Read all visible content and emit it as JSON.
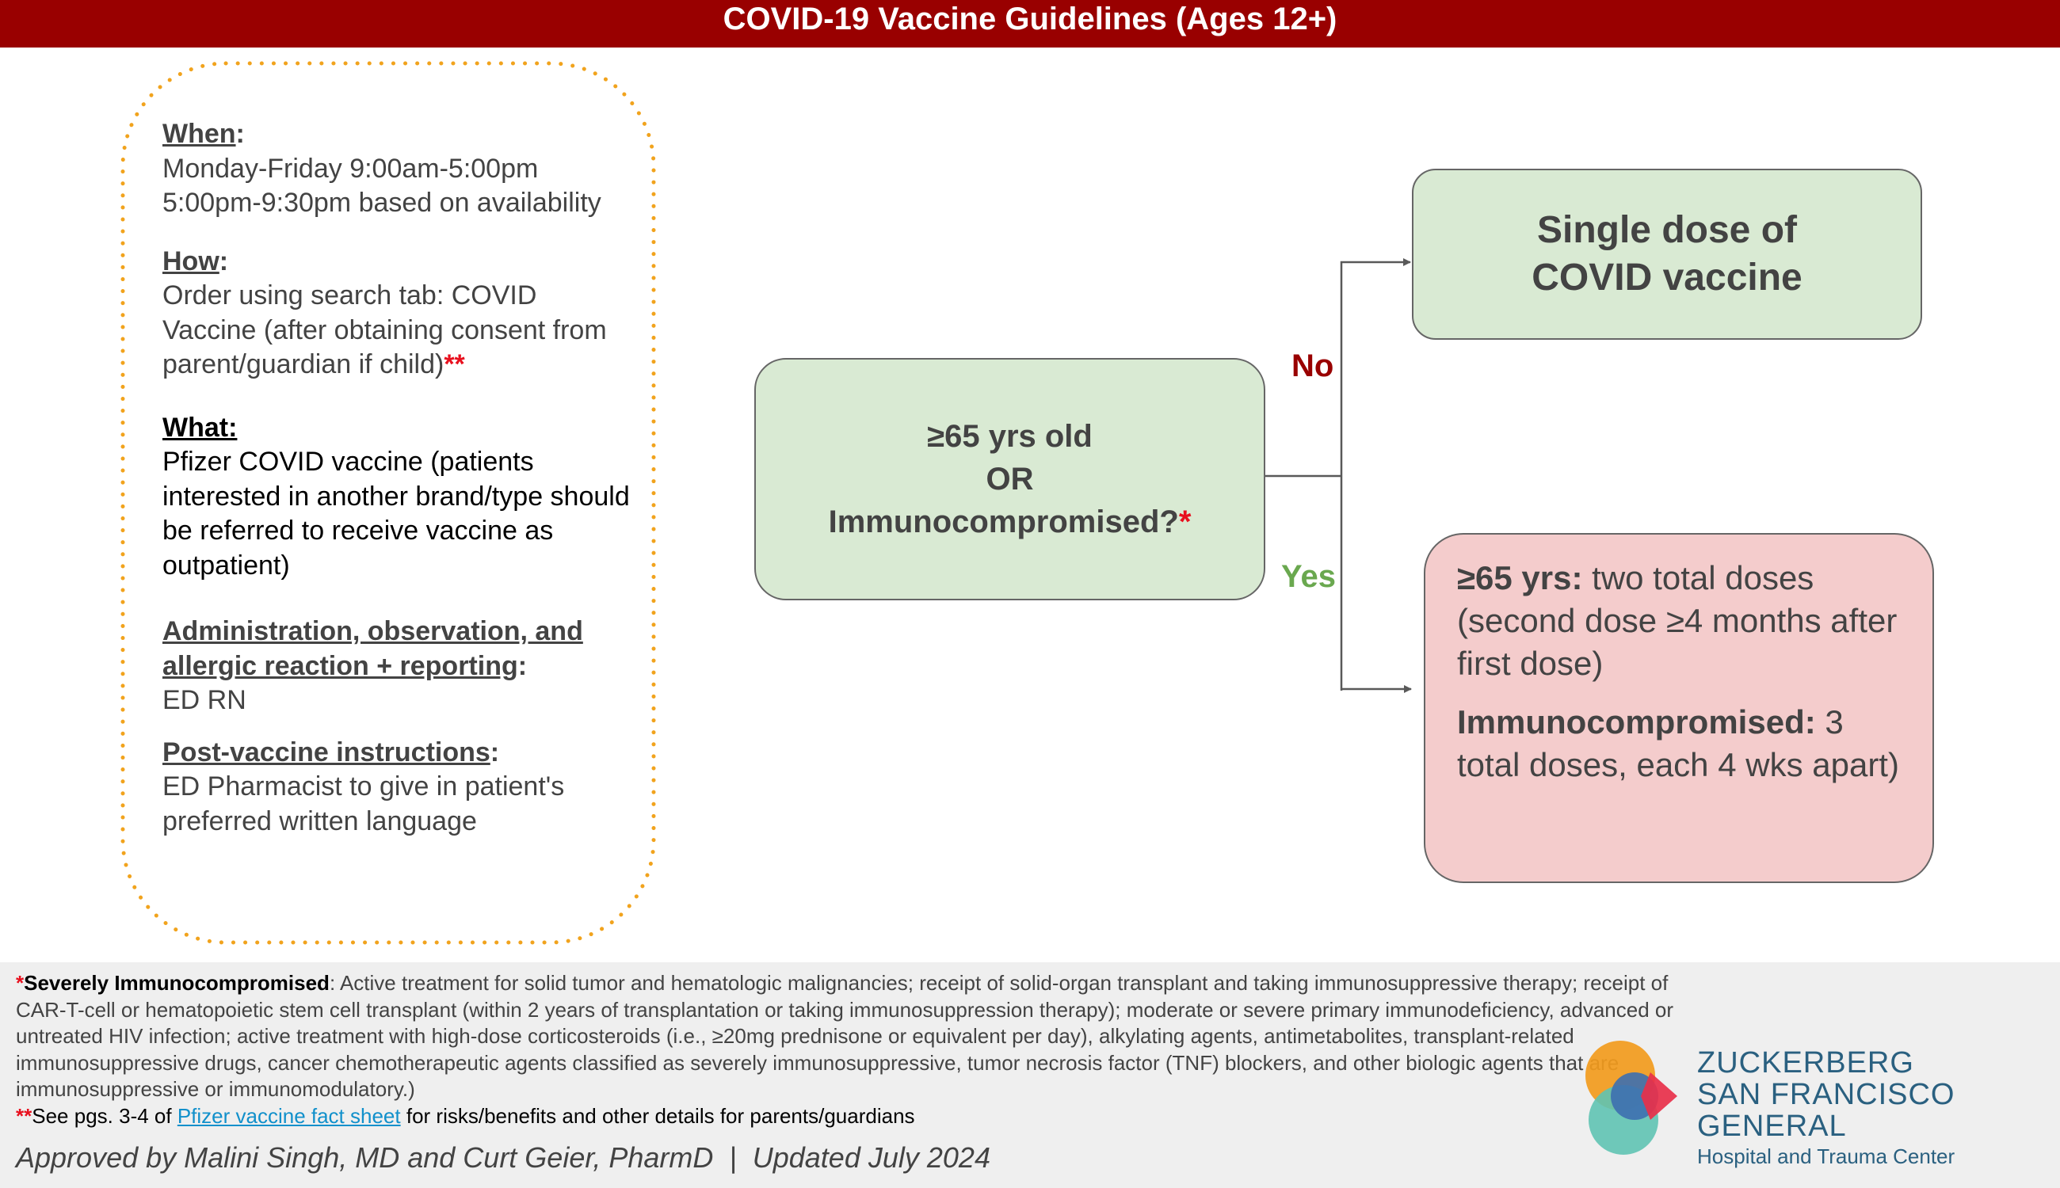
{
  "header": {
    "title": "COVID-19 Vaccine Guidelines (Ages 12+)"
  },
  "info_panel": {
    "when": {
      "title": "When",
      "lines": [
        "Monday-Friday 9:00am-5:00pm",
        "5:00pm-9:30pm based on availability"
      ]
    },
    "how": {
      "title": "How",
      "text": "Order using search tab: COVID Vaccine (after obtaining consent from parent/guardian if child)",
      "marker": "**"
    },
    "what": {
      "title": "What:",
      "text": "Pfizer COVID vaccine (patients interested in another brand/type should be referred to receive vaccine as outpatient)"
    },
    "administration": {
      "title": "Administration, observation, and allergic reaction + reporting",
      "text": "ED RN"
    },
    "post_vaccine": {
      "title": "Post-vaccine instructions",
      "text": "ED Pharmacist to give in patient's preferred written language"
    }
  },
  "flowchart": {
    "question": {
      "line1": "≥65 yrs old",
      "line2": "OR",
      "line3": "Immunocompromised?",
      "marker": "*"
    },
    "branch_no": "No",
    "branch_yes": "Yes",
    "single_dose": {
      "line1": "Single dose of",
      "line2": "COVID vaccine"
    },
    "multi_dose": {
      "age_label": "≥65 yrs:",
      "age_text": " two total doses (second dose ≥4 months after first dose)",
      "immuno_label": "Immunocompromised:",
      "immuno_text": " 3 total doses, each 4 wks apart)"
    }
  },
  "footer": {
    "note1_marker": "*",
    "note1_label": "Severely Immunocompromised",
    "note1_text": ": Active treatment for solid tumor and hematologic malignancies; receipt of solid-organ transplant and taking immunosuppressive therapy; receipt of CAR-T-cell or hematopoietic stem cell transplant (within 2 years of transplantation or taking immunosuppression therapy); moderate or severe primary immunodeficiency, advanced or untreated HIV infection; active treatment with high-dose corticosteroids (i.e., ≥20mg prednisone or equivalent per day), alkylating agents, antimetabolites, transplant-related immunosuppressive drugs, cancer chemotherapeutic agents classified as severely immunosuppressive, tumor necrosis factor (TNF) blockers, and other biologic agents that are immunosuppressive or immunomodulatory.)",
    "note2_marker": "**",
    "note2_prefix": "See pgs. 3-4 of ",
    "note2_link": "Pfizer vaccine fact sheet",
    "note2_suffix": " for risks/benefits and other details for parents/guardians",
    "approved": "Approved by Malini Singh, MD and Curt Geier, PharmD  |  Updated July 2024"
  },
  "logo": {
    "line1": "ZUCKERBERG",
    "line2": "SAN FRANCISCO GENERAL",
    "line3": "Hospital and Trauma Center"
  },
  "colors": {
    "header_bg": "#990000",
    "panel_border": "#f1a31d",
    "green_box": "#d9ead3",
    "red_box": "#f4cccc",
    "no_label": "#990000",
    "yes_label": "#6aa84f",
    "asterisk": "#e8101e",
    "link": "#1190cb",
    "footer_bg": "#efefef"
  }
}
